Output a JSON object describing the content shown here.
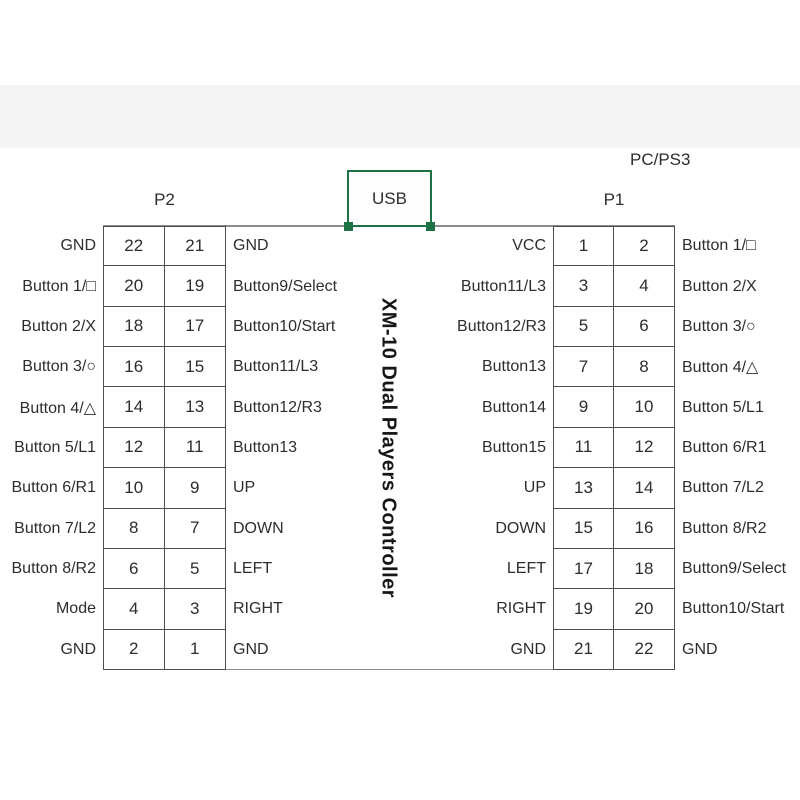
{
  "labels": {
    "platform": "PC/PS3",
    "p2_header": "P2",
    "usb": "USB",
    "p1_header": "P1",
    "center_title": "XM-10 Dual Players Controller"
  },
  "left_table": {
    "header": "P2",
    "rows": [
      {
        "outer": "GND",
        "pin_a": "22",
        "pin_b": "21",
        "inner": "GND"
      },
      {
        "outer": "Button 1/□",
        "pin_a": "20",
        "pin_b": "19",
        "inner": "Button9/Select"
      },
      {
        "outer": "Button 2/X",
        "pin_a": "18",
        "pin_b": "17",
        "inner": "Button10/Start"
      },
      {
        "outer": "Button 3/○",
        "pin_a": "16",
        "pin_b": "15",
        "inner": "Button11/L3"
      },
      {
        "outer": "Button 4/△",
        "pin_a": "14",
        "pin_b": "13",
        "inner": "Button12/R3"
      },
      {
        "outer": "Button 5/L1",
        "pin_a": "12",
        "pin_b": "11",
        "inner": "Button13"
      },
      {
        "outer": "Button 6/R1",
        "pin_a": "10",
        "pin_b": "9",
        "inner": "UP"
      },
      {
        "outer": "Button 7/L2",
        "pin_a": "8",
        "pin_b": "7",
        "inner": "DOWN"
      },
      {
        "outer": "Button 8/R2",
        "pin_a": "6",
        "pin_b": "5",
        "inner": "LEFT"
      },
      {
        "outer": "Mode",
        "pin_a": "4",
        "pin_b": "3",
        "inner": "RIGHT"
      },
      {
        "outer": "GND",
        "pin_a": "2",
        "pin_b": "1",
        "inner": "GND"
      }
    ]
  },
  "right_table": {
    "header": "P1",
    "rows": [
      {
        "inner": "VCC",
        "pin_a": "1",
        "pin_b": "2",
        "outer": "Button 1/□"
      },
      {
        "inner": "Button11/L3",
        "pin_a": "3",
        "pin_b": "4",
        "outer": "Button 2/X"
      },
      {
        "inner": "Button12/R3",
        "pin_a": "5",
        "pin_b": "6",
        "outer": "Button 3/○"
      },
      {
        "inner": "Button13",
        "pin_a": "7",
        "pin_b": "8",
        "outer": "Button 4/△"
      },
      {
        "inner": "Button14",
        "pin_a": "9",
        "pin_b": "10",
        "outer": "Button 5/L1"
      },
      {
        "inner": "Button15",
        "pin_a": "11",
        "pin_b": "12",
        "outer": "Button 6/R1"
      },
      {
        "inner": "UP",
        "pin_a": "13",
        "pin_b": "14",
        "outer": "Button 7/L2"
      },
      {
        "inner": "DOWN",
        "pin_a": "15",
        "pin_b": "16",
        "outer": "Button 8/R2"
      },
      {
        "inner": "LEFT",
        "pin_a": "17",
        "pin_b": "18",
        "outer": "Button9/Select"
      },
      {
        "inner": "RIGHT",
        "pin_a": "19",
        "pin_b": "20",
        "outer": "Button10/Start"
      },
      {
        "inner": "GND",
        "pin_a": "21",
        "pin_b": "22",
        "outer": "GND"
      }
    ]
  },
  "colors": {
    "accent_green": "#1e7145",
    "table_line": "#4d4d4d",
    "long_line": "#8c8c8c",
    "text": "#2d2d2d",
    "band": "#f4f4f5"
  }
}
